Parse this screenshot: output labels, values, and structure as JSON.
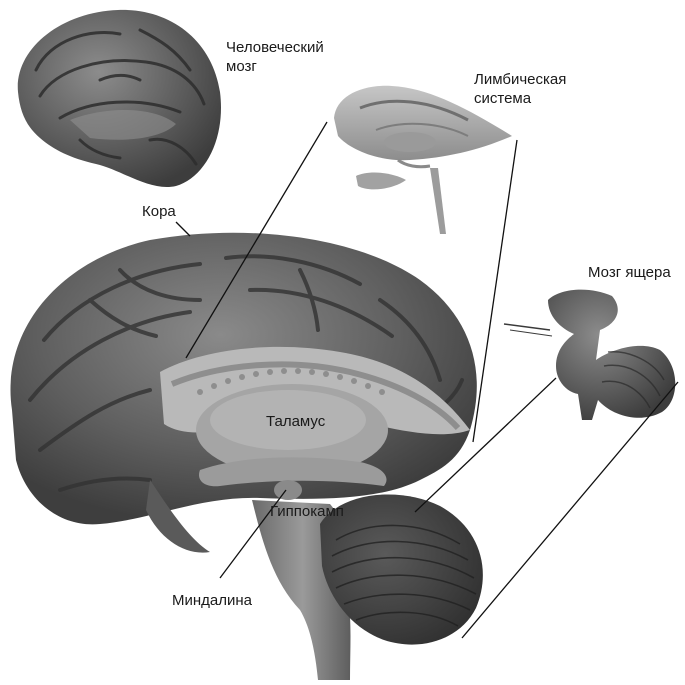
{
  "labels": {
    "human_brain": [
      "Человеческий",
      "мозг"
    ],
    "limbic_system": [
      "Лимбическая",
      "система"
    ],
    "cortex": "Кора",
    "reptile_brain": "Мозг ящера",
    "thalamus": "Таламус",
    "hippocampus": "Гиппокамп",
    "amygdala": "Миндалина"
  },
  "colors": {
    "background": "#ffffff",
    "brain_dark": "#4a4a4a",
    "brain_mid": "#6e6e6e",
    "brain_light": "#a9a9a9",
    "sulcus": "#2f2f2f",
    "text": "#1a1a1a",
    "line": "#111111"
  }
}
